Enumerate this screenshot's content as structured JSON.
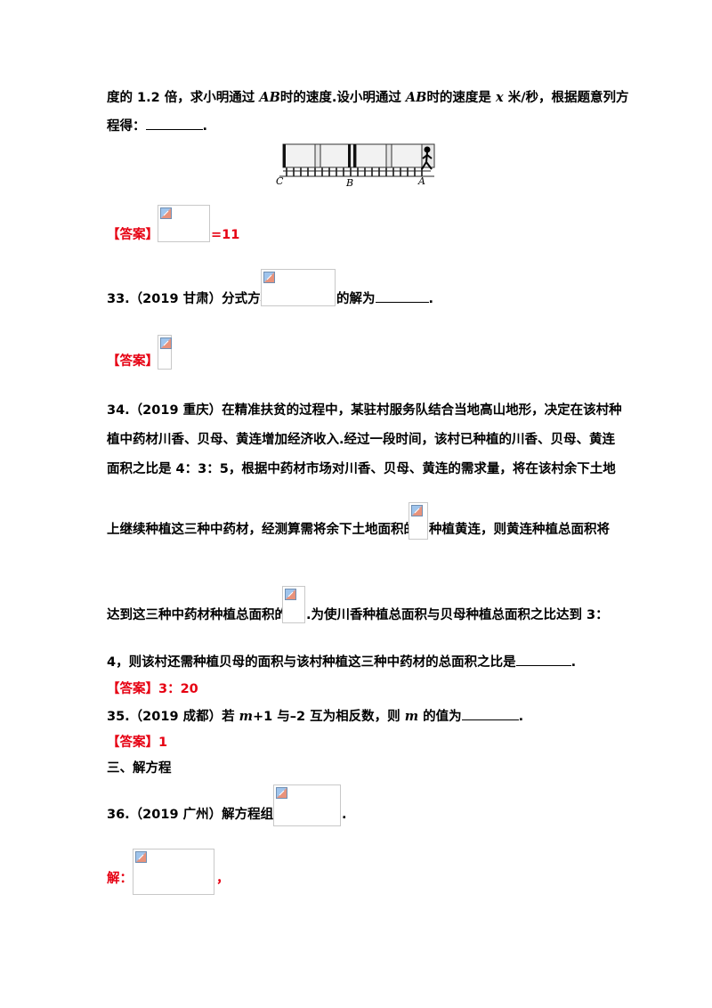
{
  "p32": {
    "line1_a": "度的 1.2 倍，求小明通过 ",
    "var_ab1": "AB",
    "line1_b": "时的速度.设小明通过 ",
    "var_ab2": "AB",
    "line1_c": "时的速度是 ",
    "var_x": "x",
    "line1_d": " 米/秒，根据题意列方",
    "line2": "程得：",
    "line2_end": "."
  },
  "figure": {
    "label_c": "C",
    "label_b": "B",
    "label_a": "A"
  },
  "ans32": {
    "tag": "【答案】",
    "suffix": "=11"
  },
  "p33": {
    "prefix": "33.（2019 甘肃）分式方程",
    "suffix": "的解为",
    "end": "."
  },
  "ans33": {
    "tag": "【答案】"
  },
  "p34": {
    "l1": "34.（2019 重庆）在精准扶贫的过程中，某驻村服务队结合当地高山地形，决定在该村种",
    "l2": "植中药材川香、贝母、黄连增加经济收入.经过一段时间，该村已种植的川香、贝母、黄连",
    "l3": "面积之比是 4：3：5，根据中药材市场对川香、贝母、黄连的需求量，将在该村余下土地",
    "l4a": "上继续种植这三种中药材，经测算需将余下土地面积的",
    "l4b": "种植黄连，则黄连种植总面积将",
    "l5a": "达到这三种中药材种植总面积的",
    "l5b": ".为使川香种植总面积与贝母种植总面积之比达到 3：",
    "l6": "4，则该村还需种植贝母的面积与该村种植这三种中药材的总面积之比是",
    "l6_end": "."
  },
  "ans34": {
    "tag": "【答案】",
    "value": "3：20"
  },
  "p35": {
    "a": "35.（2019 成都）若 ",
    "var_m1": "m",
    "b": "+1 与–2 互为相反数，则 ",
    "var_m2": "m",
    "c": " 的值为",
    "end": "."
  },
  "ans35": {
    "tag": "【答案】",
    "value": "1"
  },
  "section3": {
    "title": "三、解方程"
  },
  "p36": {
    "prefix": "36.（2019 广州）解方程组：",
    "end": "."
  },
  "sol36": {
    "tag": "解：",
    "end": "，"
  }
}
